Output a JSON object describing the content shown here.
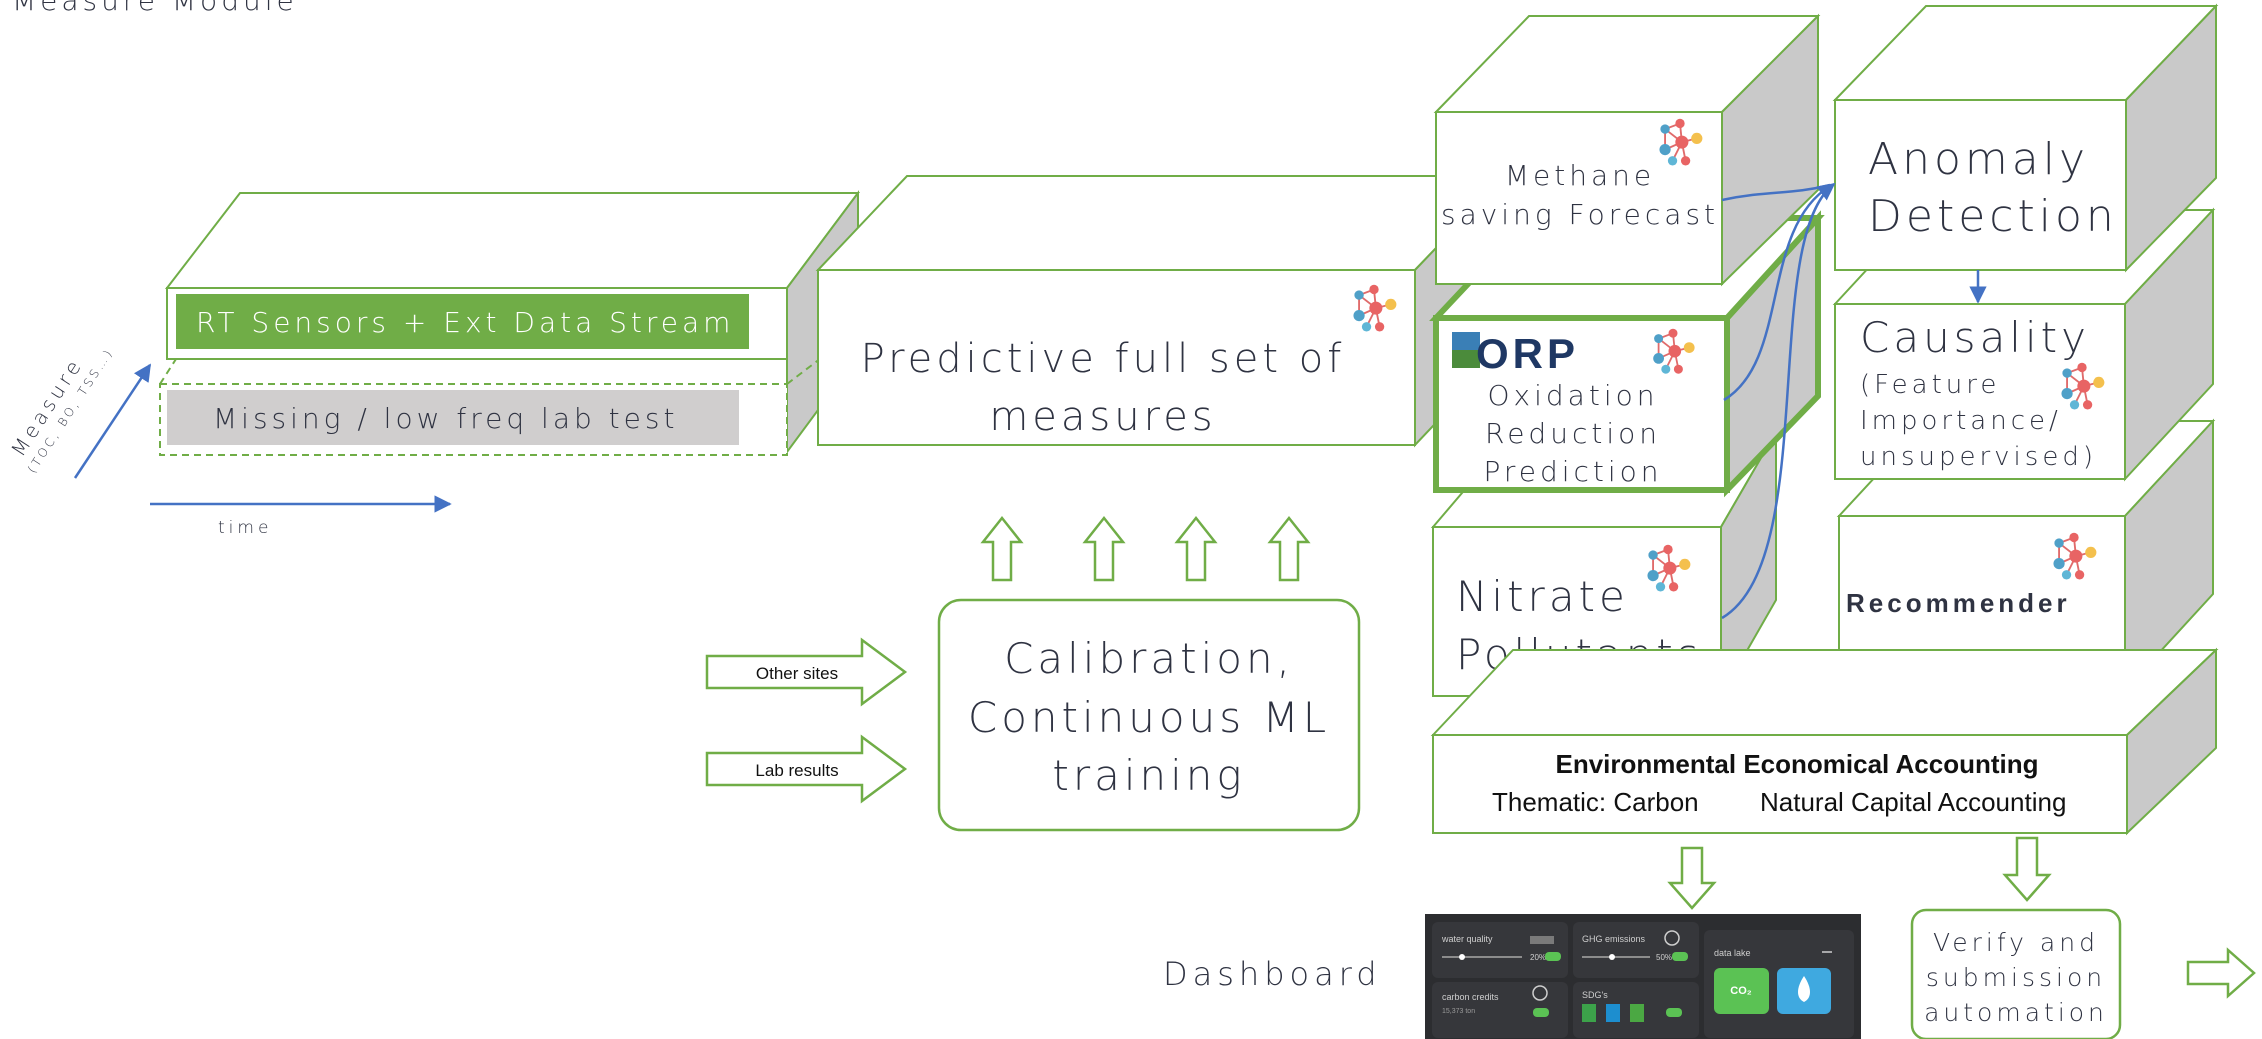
{
  "title": "Measure Module",
  "axis": {
    "y_label": "Measure",
    "y_sub": "(TOC, BO, TSS…)",
    "x_label": "time"
  },
  "streams": {
    "rt": "RT Sensors + Ext Data Stream",
    "lab": "Missing / low freq lab test"
  },
  "predictive": {
    "line1": "Predictive full set of",
    "line2": "measures"
  },
  "calibration": {
    "line1": "Calibration,",
    "line2": "Continuous ML",
    "line3": "training"
  },
  "inputs": {
    "other_sites": "Other sites",
    "lab_results": "Lab results"
  },
  "methane": {
    "line1": "Methane",
    "line2": "saving Forecast"
  },
  "orp": {
    "title": "ORP",
    "line1": "Oxidation",
    "line2": "Reduction",
    "line3": "Prediction"
  },
  "nitrate": {
    "line1": "Nitrate",
    "line2": "Pollutants"
  },
  "anomaly": {
    "line1": "Anomaly",
    "line2": "Detection"
  },
  "causality": {
    "title": "Causality",
    "line1": "(Feature",
    "line2": "Importance/",
    "line3": "unsupervised)"
  },
  "recommender": "Recommender",
  "accounting": {
    "title": "Environmental Economical Accounting",
    "left": "Thematic: Carbon",
    "right": "Natural Capital Accounting"
  },
  "dashboard": {
    "label": "Dashboard",
    "tiles": {
      "water_quality": "water quality",
      "water_pct": "20%",
      "ghg": "GHG emissions",
      "ghg_pct": "50%",
      "carbon": "carbon credits",
      "carbon_val": "15,373 ton",
      "sdg": "SDG's",
      "data_lake": "data lake",
      "co2": "CO₂"
    }
  },
  "verify": {
    "line1": "Verify and",
    "line2": "submission",
    "line3": "automation"
  },
  "colors": {
    "green": "#70AD47",
    "green_dark": "#5B9B35",
    "blue": "#4472C4",
    "gray": "#C9C9C9",
    "text": "#2F3342"
  }
}
